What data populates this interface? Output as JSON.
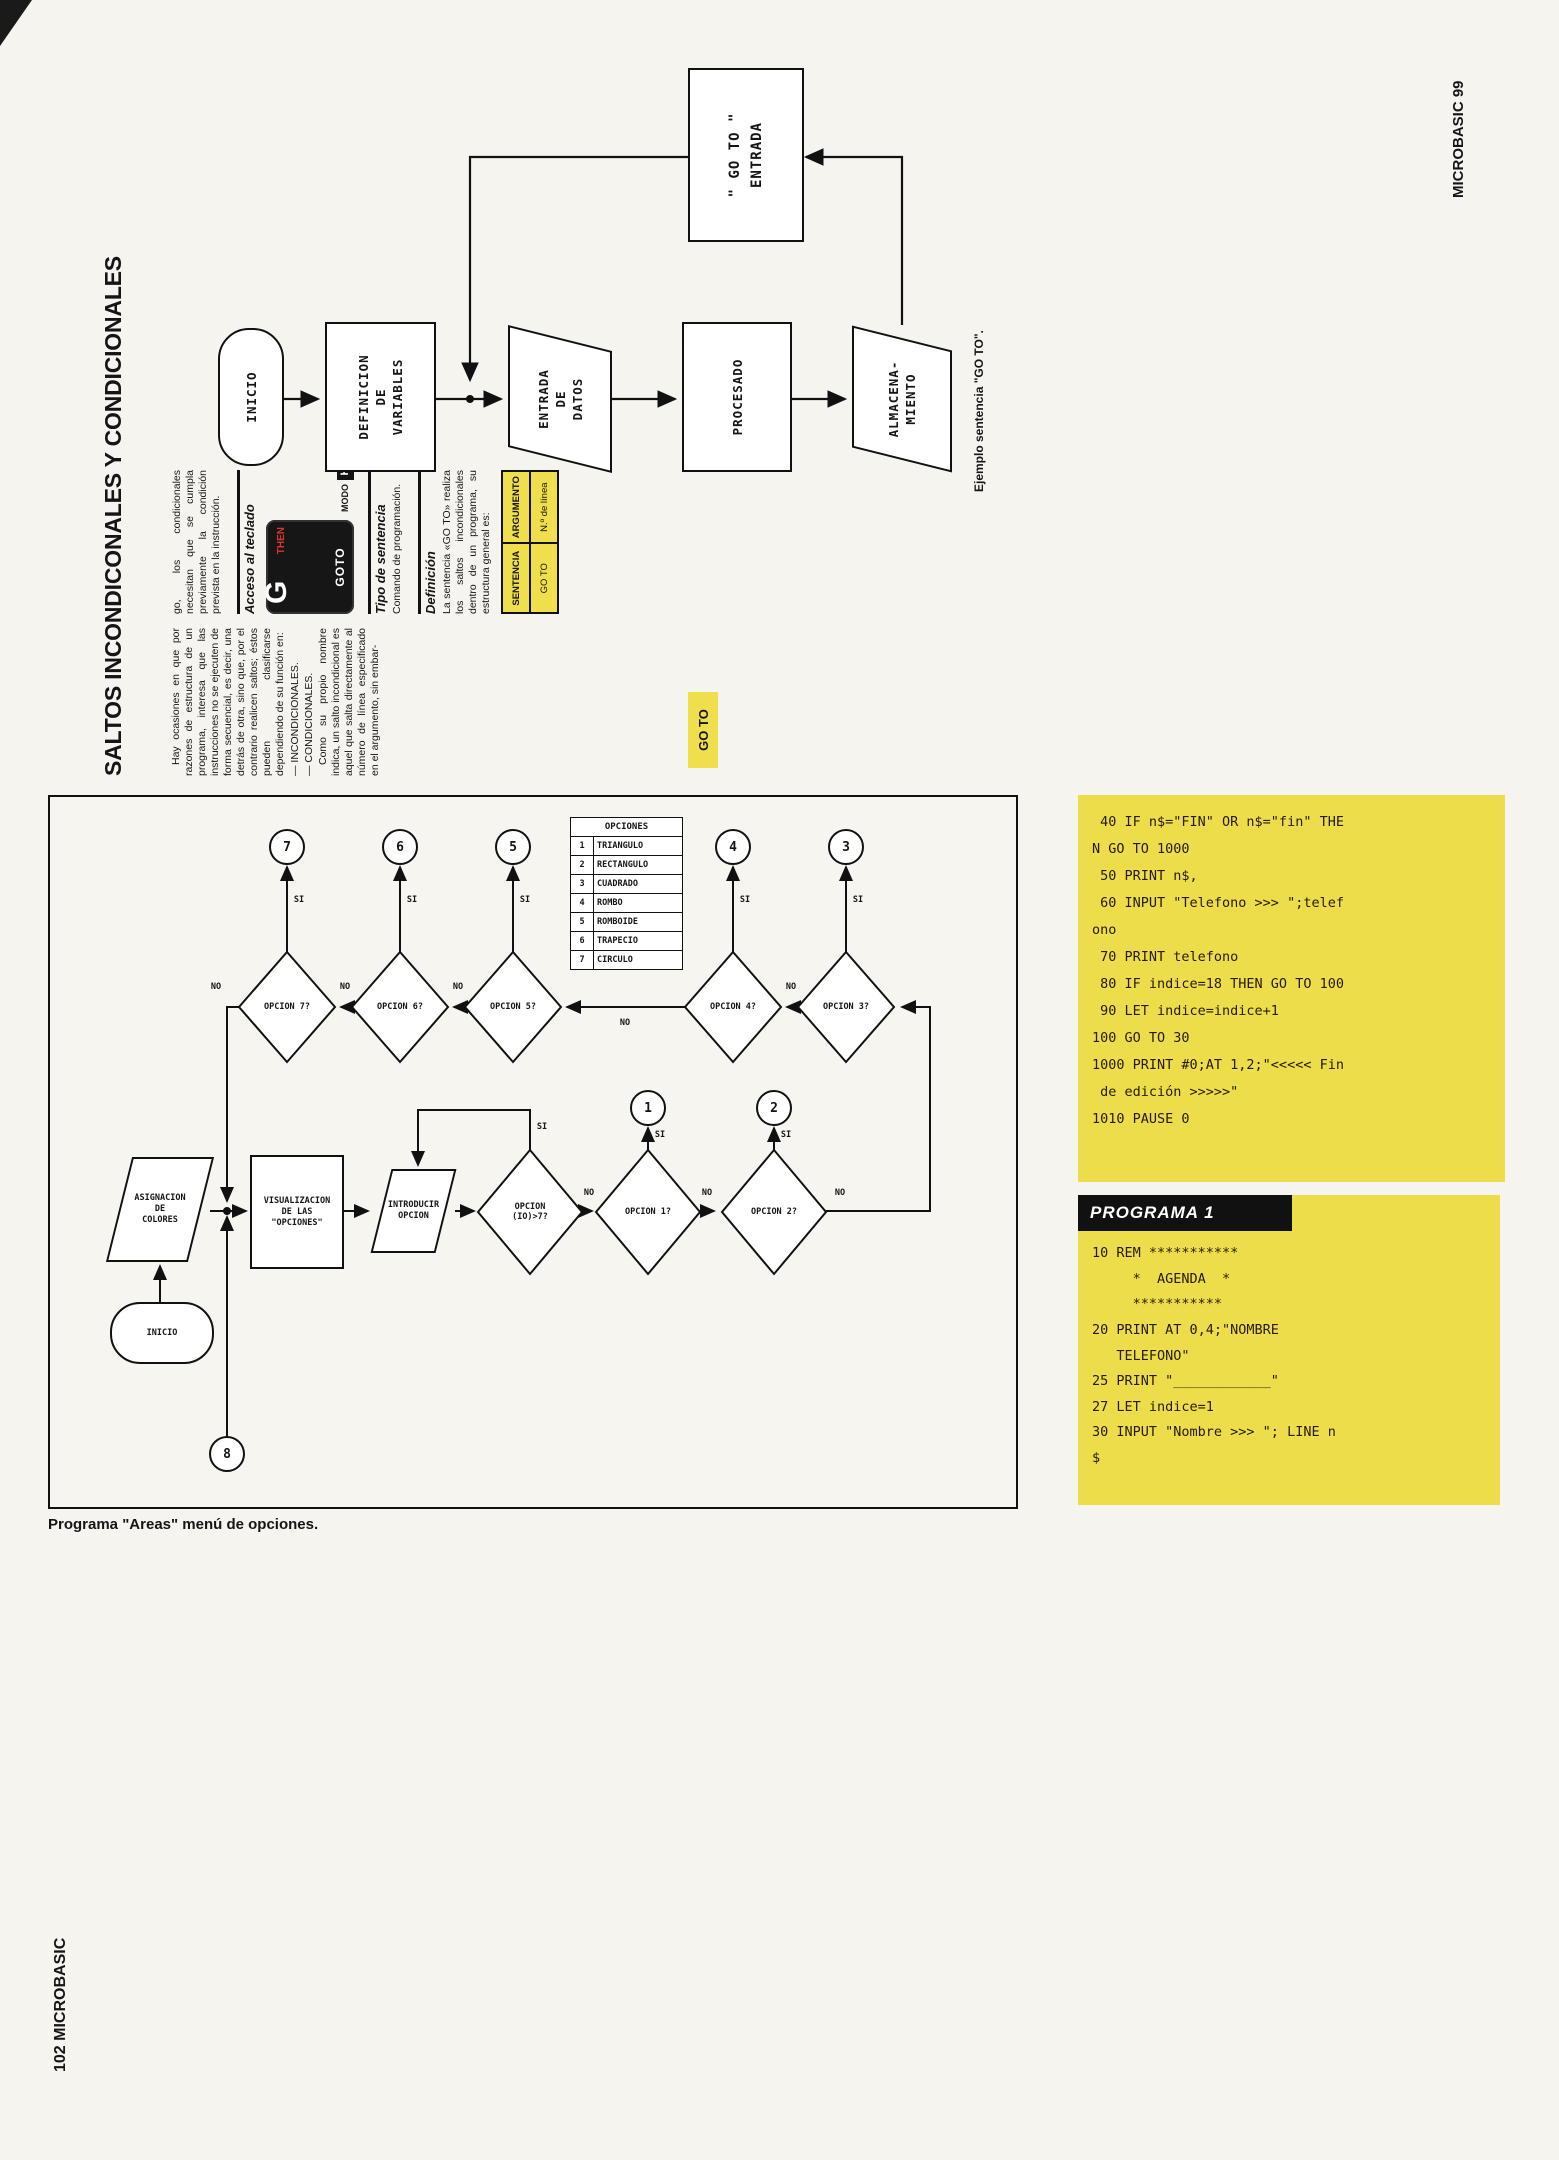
{
  "labels": {
    "si": "SI",
    "no": "NO"
  },
  "page99": {
    "title": "SALTOS INCONDICONALES Y CONDICIONALES",
    "footer": "MICROBASIC 99",
    "article": {
      "para1": "Hay ocasiones en que por razones de estructura de un programa, interesa que las instrucciones no se ejecuten de forma secuencial, es decir, una detrás de otra, sino que, por el contrario realicen saltos; éstos pueden clasificarse dependiendo de su función en:",
      "item1": "— INCONDICIONALES.",
      "item2": "— CONDICIONALES.",
      "para2a": "Como su propio nombre indica, un salto incondicional es aquel que salta directamente al número de línea especificado en el argumento, sin embar-",
      "para2b": "go, los condicionales necesitan que se cumpla previamente la condición prevista en la instrucción.",
      "goto_badge": "GO TO"
    },
    "keyboard": {
      "heading": "Acceso al teclado",
      "key_letter": "G",
      "key_then": "THEN",
      "key_goto": "GOTO",
      "modo": "MODO",
      "modo_key": "K"
    },
    "tipo": {
      "heading": "Tipo de sentencia",
      "text": "Comando de programación."
    },
    "definicion": {
      "heading": "Definición",
      "text": "La sentencia «GO TO» realiza los saltos incondicionales dentro de un programa, su estructura general es:"
    },
    "syntax_table": {
      "col1_header": "SENTENCIA",
      "col2_header": "ARGUMENTO",
      "col1_value": "GO TO",
      "col2_value": "N.º de línea"
    },
    "flowchart": {
      "inicio": "INICIO",
      "definicion": "DEFINICION\nDE\nVARIABLES",
      "entrada": "ENTRADA\nDE\nDATOS",
      "procesado": "PROCESADO",
      "almacena": "ALMACENA-\nMIENTO",
      "goto_box": "\" GO TO \"\nENTRADA",
      "caption": "Ejemplo sentencia \"GO TO\"."
    }
  },
  "page102": {
    "header": "102 MICROBASIC",
    "caption": "Programa \"Areas\" menú de opciones.",
    "flowchart": {
      "inicio": "INICIO",
      "asignacion": "ASIGNACION\nDE\nCOLORES",
      "visualizacion": "VISUALIZACION\nDE LAS\n\"OPCIONES\"",
      "introducir": "INTRODUCIR\nOPCION",
      "d_io": "OPCION\n(IO)>7?",
      "d1": "OPCION 1?",
      "d2": "OPCION 2?",
      "d3": "OPCION 3?",
      "d4": "OPCION 4?",
      "d5": "OPCION 5?",
      "d6": "OPCION 6?",
      "d7": "OPCION 7?",
      "c1": "1",
      "c2": "2",
      "c3": "3",
      "c4": "4",
      "c5": "5",
      "c6": "6",
      "c7": "7",
      "c8": "8"
    },
    "options_table": {
      "header": "OPCIONES",
      "rows": [
        [
          "1",
          "TRIANGULO"
        ],
        [
          "2",
          "RECTANGULO"
        ],
        [
          "3",
          "CUADRADO"
        ],
        [
          "4",
          "ROMBO"
        ],
        [
          "5",
          "ROMBOIDE"
        ],
        [
          "6",
          "TRAPECIO"
        ],
        [
          "7",
          "CIRCULO"
        ]
      ]
    },
    "programa": {
      "label": "PROGRAMA 1",
      "listing1": "10 REM ***********\n     *  AGENDA  *\n     ***********\n20 PRINT AT 0,4;\"NOMBRE\n   TELEFONO\"\n25 PRINT \"____________\"\n27 LET indice=1\n30 INPUT \"Nombre >>> \"; LINE n\n$",
      "listing2": " 40 IF n$=\"FIN\" OR n$=\"fin\" THE\nN GO TO 1000\n 50 PRINT n$,\n 60 INPUT \"Telefono >>> \";telef\nono\n 70 PRINT telefono\n 80 IF indice=18 THEN GO TO 100\n 90 LET indice=indice+1\n100 GO TO 30\n1000 PRINT #0;AT 1,2;\"<<<<< Fin\n de edición >>>>>\"\n1010 PAUSE 0"
    }
  }
}
